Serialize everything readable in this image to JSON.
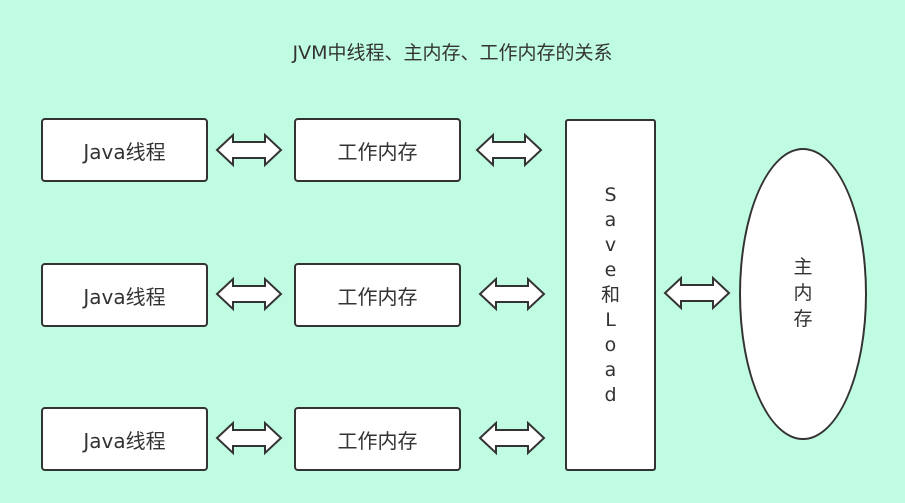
{
  "title": "JVM中线程、主内存、工作内存的关系",
  "rows": [
    {
      "thread_label": "Java线程",
      "memory_label": "工作内存"
    },
    {
      "thread_label": "Java线程",
      "memory_label": "工作内存"
    },
    {
      "thread_label": "Java线程",
      "memory_label": "工作内存"
    }
  ],
  "save_load": {
    "chars": [
      "S",
      "a",
      "v",
      "e",
      "和",
      "L",
      "o",
      "a",
      "d"
    ]
  },
  "main_memory": {
    "chars": [
      "主",
      "内",
      "存"
    ]
  },
  "arrows": [
    {
      "from": "Java线程",
      "to": "工作内存",
      "direction": "bidirectional"
    },
    {
      "from": "工作内存",
      "to": "Save和Load",
      "direction": "bidirectional"
    },
    {
      "from": "Save和Load",
      "to": "主内存",
      "direction": "bidirectional"
    }
  ],
  "colors": {
    "background": "#c0fce2",
    "box_fill": "#ffffff",
    "stroke": "#333333"
  }
}
